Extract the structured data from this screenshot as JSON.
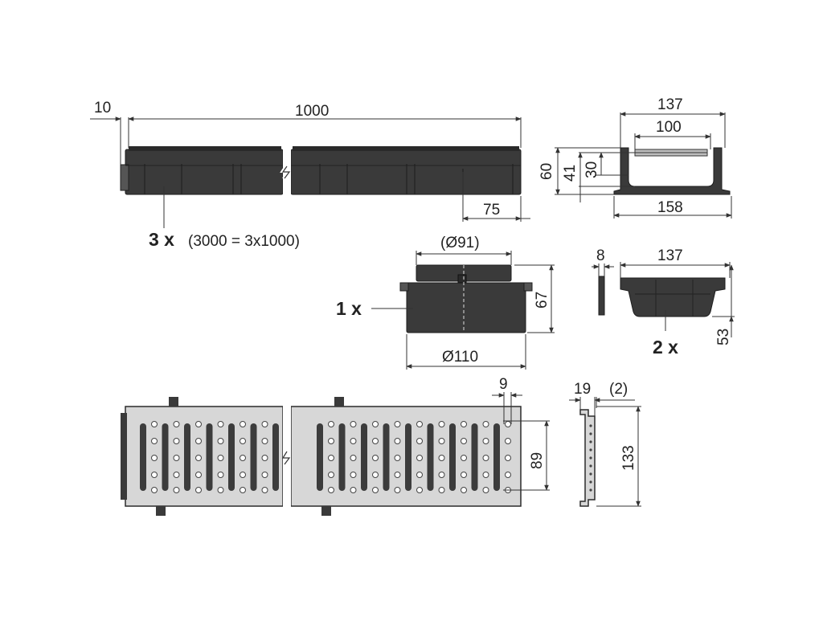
{
  "channel": {
    "dims": {
      "wall": "10",
      "length": "1000",
      "end": "75"
    },
    "quantity": "3 x",
    "quantity_note": "(3000 = 3x1000)"
  },
  "section": {
    "dims": {
      "outer_top": "137",
      "inner_top": "100",
      "height": "60",
      "inner_height": "41",
      "grate_depth": "30",
      "base": "158"
    }
  },
  "outlet": {
    "dims": {
      "inner_diameter": "(Ø91)",
      "outer_diameter": "Ø110",
      "height": "67"
    },
    "quantity": "1 x"
  },
  "end_cap": {
    "dims": {
      "thickness": "8",
      "width": "137",
      "height": "53"
    },
    "quantity": "2 x"
  },
  "grate": {
    "dims": {
      "slot_pitch": "9",
      "slot_length": "89"
    }
  },
  "grate_profile": {
    "dims": {
      "thickness": "19",
      "gap": "(2)",
      "width": "133"
    }
  },
  "colors": {
    "part": "#3a3a3a",
    "grate": "#d7d7d7",
    "line": "#333333"
  }
}
